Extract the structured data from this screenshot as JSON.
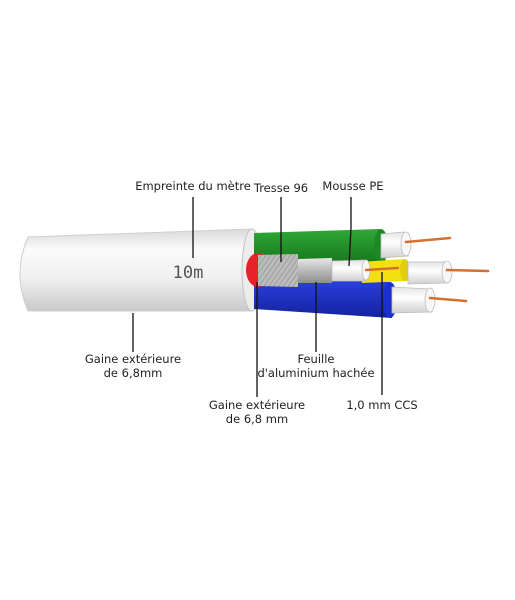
{
  "diagram": {
    "cable_marking": "10m",
    "labels": {
      "empreinte": "Empreinte du mètre",
      "tresse": "Tresse 96",
      "mousse": "Mousse PE",
      "gaine_ext_1_line1": "Gaine extérieure",
      "gaine_ext_1_line2": "de 6,8mm",
      "feuille_line1": "Feuille",
      "feuille_line2": "d'aluminium hachée",
      "gaine_ext_2_line1": "Gaine extérieure",
      "gaine_ext_2_line2": "de 6,8 mm",
      "ccs": "1,0 mm CCS"
    },
    "colors": {
      "jacket": "#f2f2f2",
      "green": "#1c8a22",
      "red": "#e8222a",
      "yellow": "#f2e012",
      "blue": "#1a2fcf",
      "copper": "#d6702e",
      "leader": "#111111"
    }
  }
}
